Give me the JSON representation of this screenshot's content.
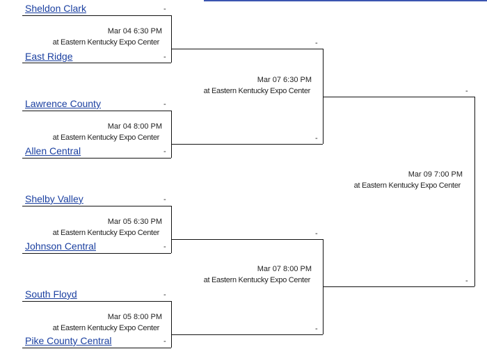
{
  "round1": [
    {
      "top": "Sheldon Clark",
      "bottom": "East Ridge",
      "top_score": "-",
      "bottom_score": "-",
      "time": "Mar 04 6:30 PM",
      "venue": "at Eastern Kentucky Expo Center"
    },
    {
      "top": "Lawrence County",
      "bottom": "Allen Central",
      "top_score": "-",
      "bottom_score": "-",
      "time": "Mar 04 8:00 PM",
      "venue": "at Eastern Kentucky Expo Center"
    },
    {
      "top": "Shelby Valley",
      "bottom": "Johnson Central",
      "top_score": "-",
      "bottom_score": "-",
      "time": "Mar 05 6:30 PM",
      "venue": "at Eastern Kentucky Expo Center"
    },
    {
      "top": "South Floyd",
      "bottom": "Pike County Central",
      "top_score": "-",
      "bottom_score": "-",
      "time": "Mar 05 8:00 PM",
      "venue": "at Eastern Kentucky Expo Center"
    }
  ],
  "round2": [
    {
      "top_score": "-",
      "bottom_score": "-",
      "time": "Mar 07 6:30 PM",
      "venue": "at Eastern Kentucky Expo Center"
    },
    {
      "top_score": "-",
      "bottom_score": "-",
      "time": "Mar 07 8:00 PM",
      "venue": "at Eastern Kentucky Expo Center"
    }
  ],
  "final": {
    "top_score": "-",
    "bottom_score": "-",
    "time": "Mar 09 7:00 PM",
    "venue": "at Eastern Kentucky Expo Center"
  }
}
